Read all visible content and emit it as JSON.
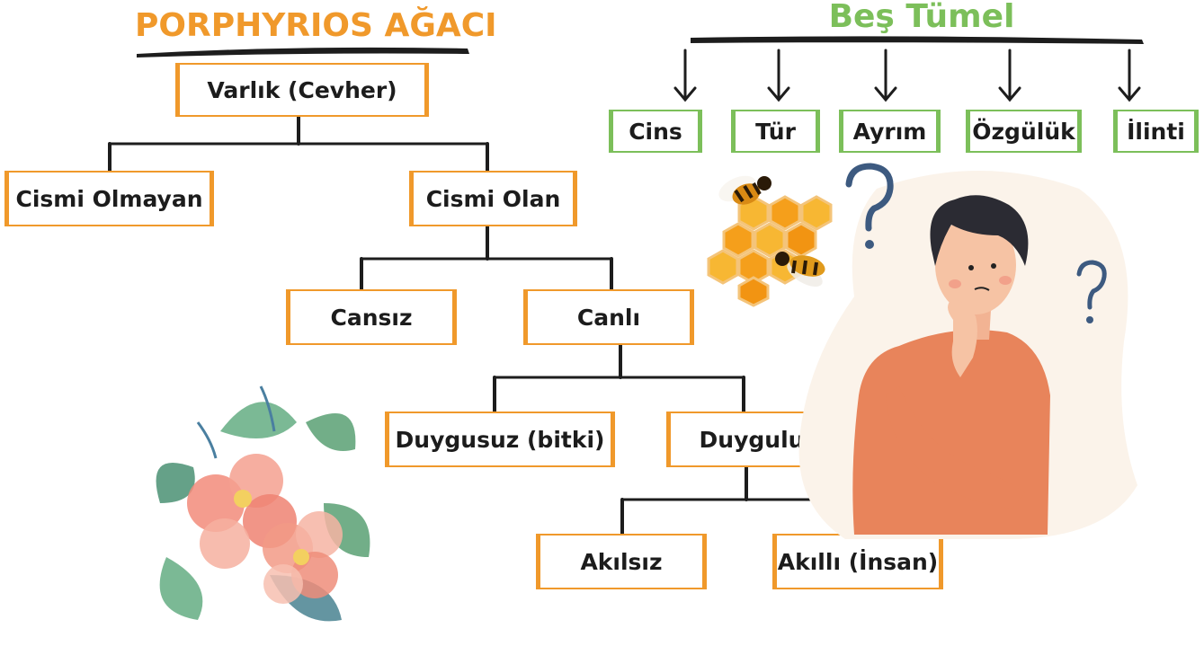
{
  "porphyrios": {
    "title": "PORPHYRIOS AĞACI",
    "nodes": {
      "varlik": "Varlık (Cevher)",
      "cismi_olmayan": "Cismi Olmayan",
      "cismi_olan": "Cismi Olan",
      "cansiz": "Cansız",
      "canli": "Canlı",
      "duygusuz": "Duygusuz (bitki)",
      "duygulu": "Duygulu",
      "akilsiz": "Akılsız",
      "akilli": "Akıllı (İnsan)"
    }
  },
  "bes_tumel": {
    "title": "Beş Tümel",
    "items": [
      "Cins",
      "Tür",
      "Ayrım",
      "Özgülük",
      "İlinti"
    ]
  },
  "colors": {
    "orange": "#f0992b",
    "green": "#7cbf5a",
    "question_mark": "#3d5a80"
  },
  "decorations": {
    "bees_icon": "honeycomb-with-bees",
    "person_icon": "thinking-man",
    "flower_icon": "watercolor-flowers"
  }
}
